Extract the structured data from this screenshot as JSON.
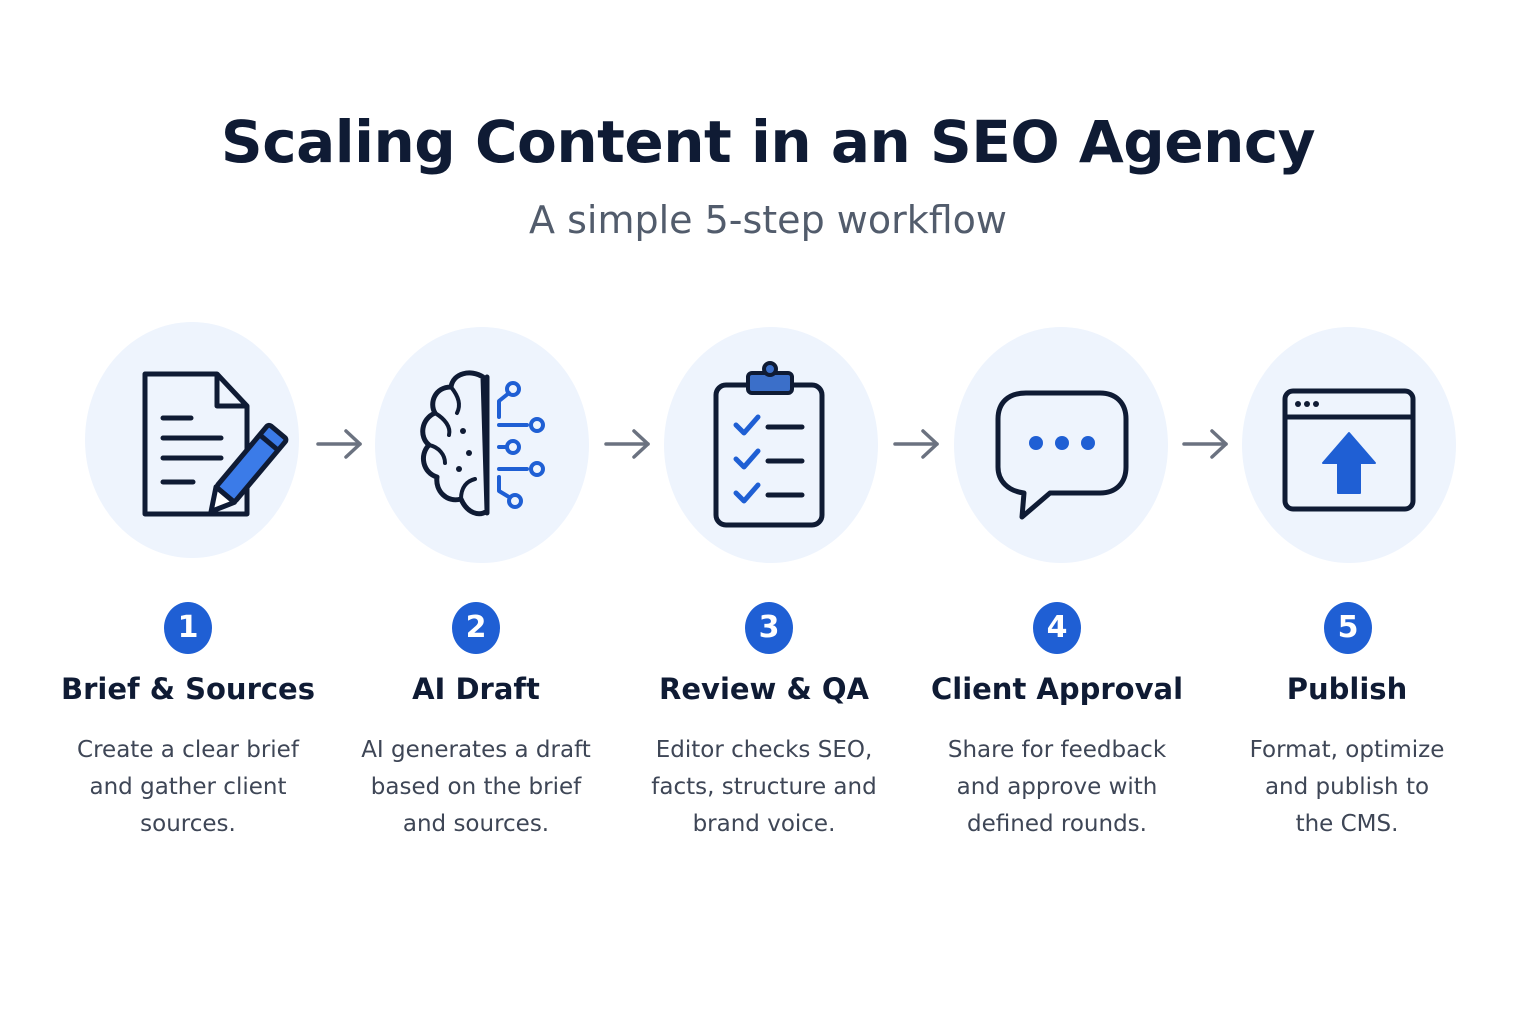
{
  "header": {
    "title": "Scaling Content in an SEO Agency",
    "subtitle": "A simple 5-step workflow"
  },
  "colors": {
    "accent": "#1f5fd4",
    "icon_stroke": "#0f1b34",
    "circle_bg": "#eef4fd",
    "arrow": "#6b7280"
  },
  "steps": [
    {
      "number": "1",
      "title": "Brief & Sources",
      "desc_lines": [
        "Create a clear brief",
        "and gather client",
        "sources."
      ],
      "icon": "document-pencil-icon"
    },
    {
      "number": "2",
      "title": "AI Draft",
      "desc_lines": [
        "AI generates a draft",
        "based on the brief",
        "and sources."
      ],
      "icon": "ai-brain-icon"
    },
    {
      "number": "3",
      "title": "Review & QA",
      "desc_lines": [
        "Editor checks SEO,",
        "facts, structure and",
        "brand voice."
      ],
      "icon": "clipboard-checklist-icon"
    },
    {
      "number": "4",
      "title": "Client Approval",
      "desc_lines": [
        "Share for feedback",
        "and approve with",
        "defined rounds."
      ],
      "icon": "chat-bubble-icon"
    },
    {
      "number": "5",
      "title": "Publish",
      "desc_lines": [
        "Format, optimize",
        "and publish to",
        "the CMS."
      ],
      "icon": "browser-upload-icon"
    }
  ]
}
